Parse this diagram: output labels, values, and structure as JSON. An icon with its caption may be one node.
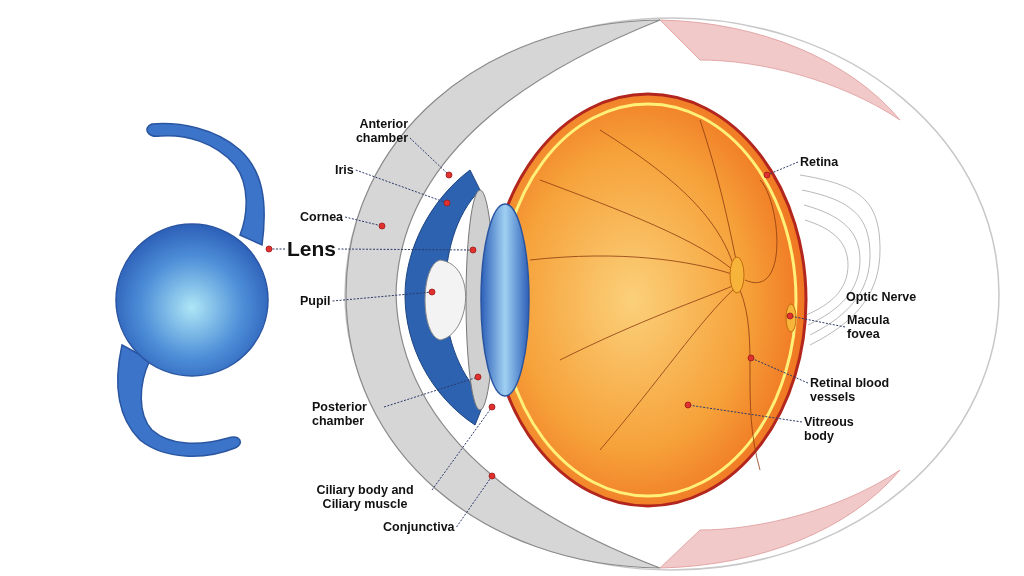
{
  "diagram": {
    "nodes": [
      {
        "text": [],
        "shape": "picture"
      },
      {
        "text": [
          "Anterior chamber"
        ]
      },
      {
        "text": [
          "Iris"
        ]
      },
      {
        "text": [
          "Cornea"
        ]
      },
      {
        "text": [
          "Lens"
        ]
      },
      {
        "text": [
          "Pupil"
        ]
      },
      {
        "text": [
          "Posterior chamber"
        ]
      },
      {
        "text": [
          "Ciliary body and Ciliary muscle"
        ]
      },
      {
        "text": [
          "Conjunctiva"
        ]
      },
      {
        "text": [
          "Retina"
        ]
      },
      {
        "text": [
          "Macula fovea"
        ]
      },
      {
        "text": [
          "Retinal blood vessels"
        ]
      },
      {
        "text": [
          "Vitreous body"
        ]
      }
    ],
    "edges": [
      {
        "from": 1,
        "to": null,
        "arrow": "other"
      },
      {
        "from": 2,
        "to": null,
        "arrow": "other"
      },
      {
        "from": 3,
        "to": null,
        "arrow": "other"
      },
      {
        "from": 4,
        "to": null,
        "arrow": "other"
      },
      {
        "from": 4,
        "to": 0,
        "arrow": "other"
      },
      {
        "from": 5,
        "to": null,
        "arrow": "other"
      },
      {
        "from": 6,
        "to": null,
        "arrow": "other"
      },
      {
        "from": 7,
        "to": null,
        "arrow": "other"
      },
      {
        "from": 8,
        "to": null,
        "arrow": "other"
      },
      {
        "from": 9,
        "to": null,
        "arrow": "other"
      },
      {
        "from": 10,
        "to": null,
        "arrow": "other"
      },
      {
        "from": 11,
        "to": null,
        "arrow": "other"
      },
      {
        "from": 12,
        "to": null,
        "arrow": "other"
      }
    ],
    "labels": [
      "Optic Nerve"
    ]
  }
}
